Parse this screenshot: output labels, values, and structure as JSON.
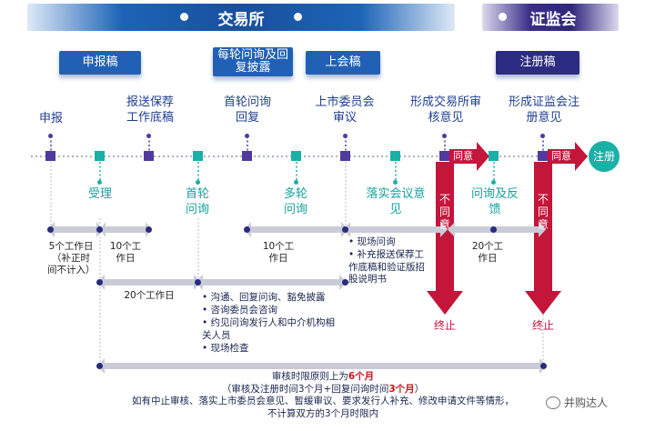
{
  "headers": {
    "exchange": "交易所",
    "csrc": "证监会"
  },
  "docs": {
    "application_draft": "申报稿",
    "reply_disclosure": "每轮问询及回复披露",
    "listing_draft": "上会稿",
    "registration_draft": "注册稿"
  },
  "milestones": {
    "apply": "申报",
    "submit_records": "报送保荐工作底稿",
    "first_reply": "首轮问询回复",
    "committee_review": "上市委员会审议",
    "exchange_opinion": "形成交易所审核意见",
    "csrc_opinion": "形成证监会注册意见"
  },
  "stages": {
    "accept": "受理",
    "first_inquiry": "首轮问询",
    "multi_inquiry": "多轮问询",
    "implement_opinion": "落实会议意见",
    "inquiry_feedback": "问询及反馈"
  },
  "flow": {
    "agree_1": "同意",
    "agree_2": "同意",
    "register": "注册",
    "disagree_1": "不同意",
    "disagree_2": "不同意",
    "terminate_1": "终止",
    "terminate_2": "终止"
  },
  "durations": {
    "d5": "5个工作日（补正时间不计入）",
    "d10a": "10个工作日",
    "d10b": "10个工作日",
    "d20a": "20个工作日",
    "d20b": "20个工作日"
  },
  "bullets_inquiry": [
    "沟通、回复问询、豁免披露",
    "咨询委员会咨询",
    "约见问询发行人和中介机构相关人员",
    "现场检查"
  ],
  "bullets_meeting": [
    "现场问询",
    "补充报送保荐工作底稿和验证版招股说明书"
  ],
  "footer": {
    "line1_prefix": "审核时限原则上为",
    "line1_red": "6个月",
    "line2_prefix": "（审核及注册时间3个月+回复问询时间",
    "line2_red": "3个月",
    "line2_suffix": "）",
    "line3": "如有中止审核、落实上市委员会意见、暂缓审议、要求发行人补充、修改申请文件等情形，",
    "line4": "不计算双方的3个月时限内"
  },
  "watermark": "并购达人",
  "colors": {
    "exchange_blue": "#1a4f9d",
    "csrc_purple": "#2f257a",
    "red_arrow": "#c4153a",
    "teal": "#1ab0a6"
  }
}
